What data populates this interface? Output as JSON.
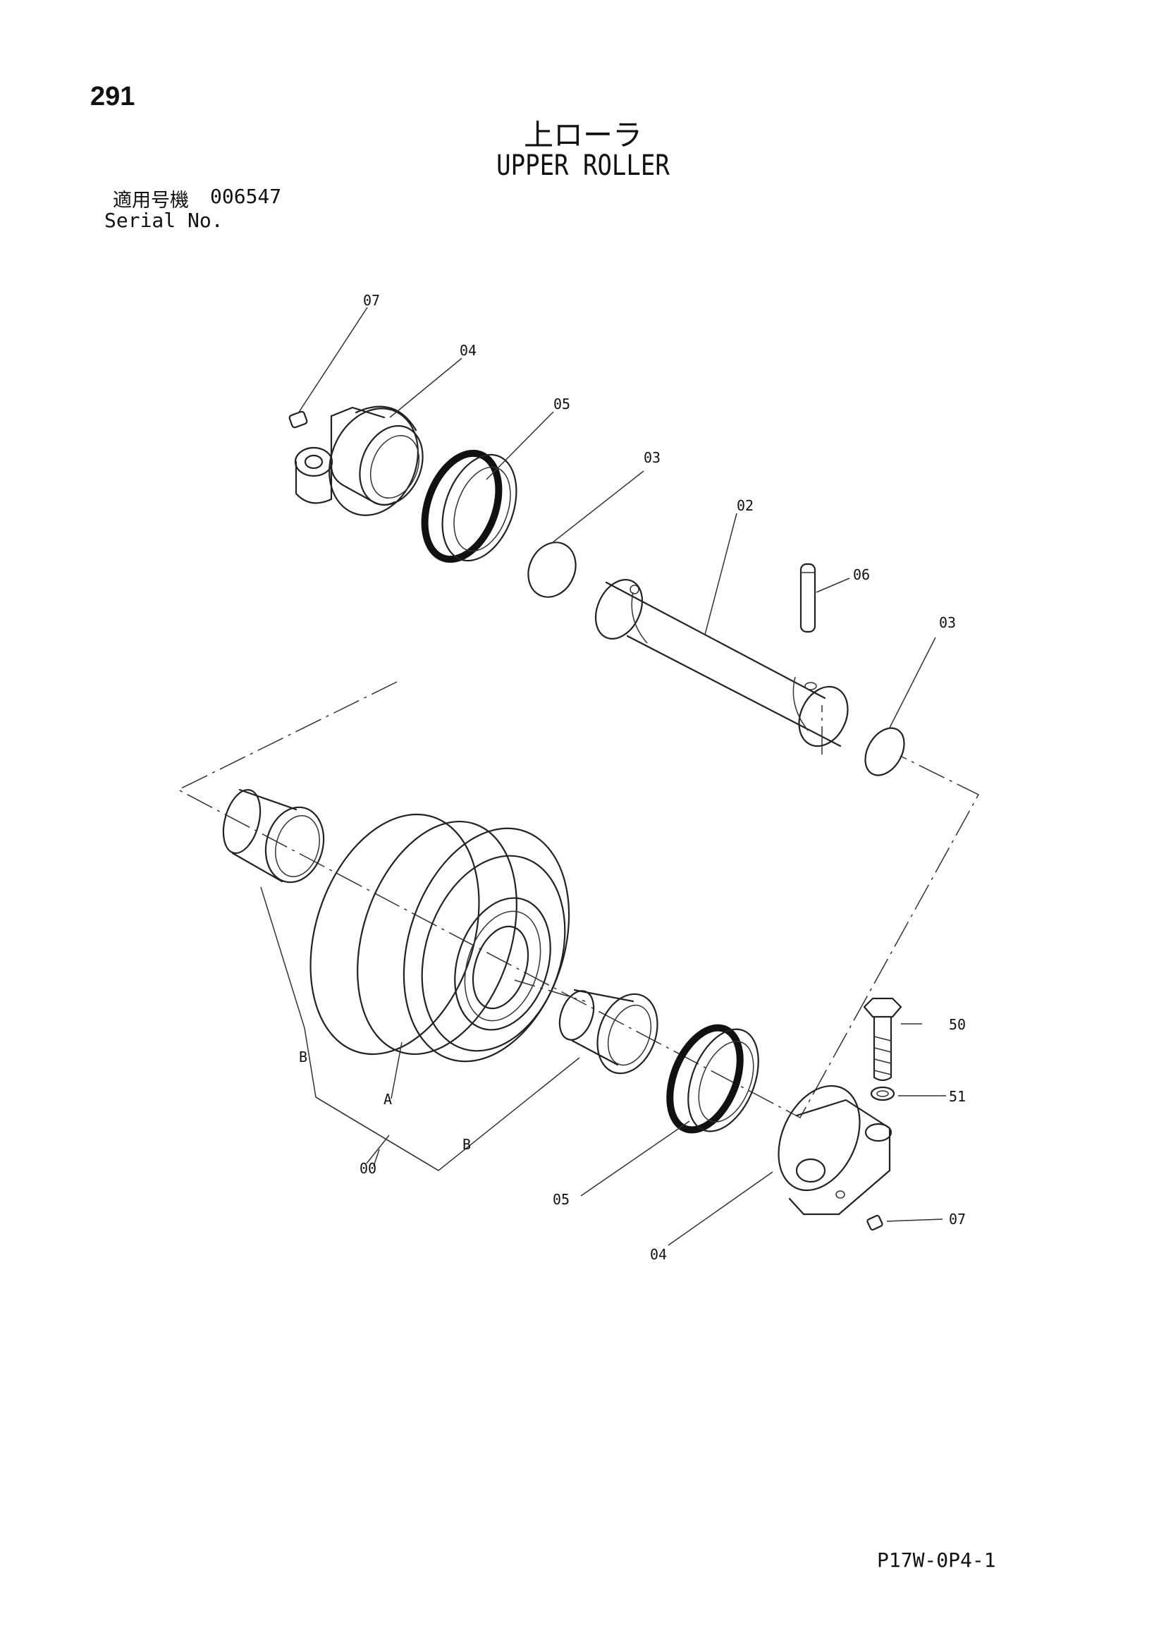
{
  "page_number": "291",
  "title_japanese": "上ローラ",
  "title_english": "UPPER ROLLER",
  "serial": {
    "label_japanese": "適用号機",
    "value": "006547",
    "label_english": "Serial No."
  },
  "drawing_code": "P17W-0P4-1",
  "callouts": {
    "c07_top": "07",
    "c04_top": "04",
    "c05_top": "05",
    "c03_top": "03",
    "c02": "02",
    "c06": "06",
    "c03_right": "03",
    "c50": "50",
    "c51": "51",
    "c07_bottom": "07",
    "c04_bottom": "04",
    "c05_bottom": "05",
    "c00": "00",
    "cA": "A",
    "cB_left": "B",
    "cB_bottom": "B"
  }
}
